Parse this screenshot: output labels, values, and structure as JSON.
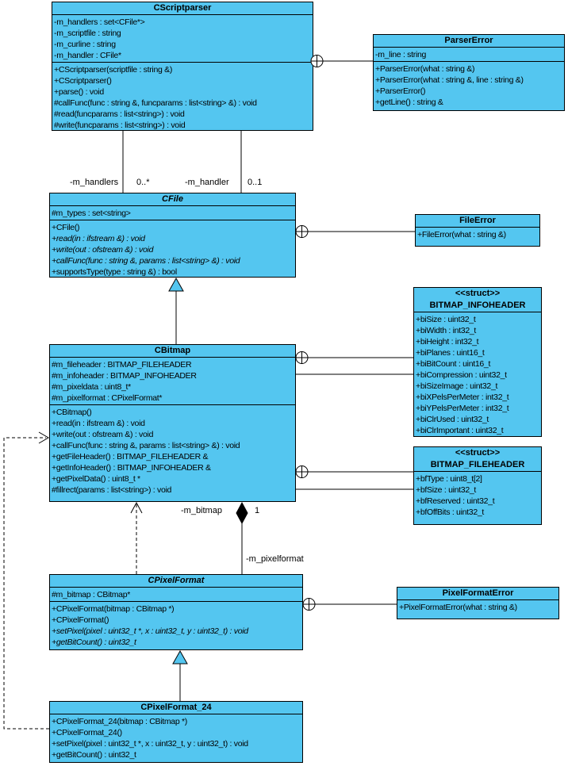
{
  "colors": {
    "node_fill": "#54C6F0",
    "node_border": "#000000",
    "background": "#FFFFFF",
    "text": "#000000"
  },
  "classes": [
    {
      "id": "cscriptparser",
      "name": "CScriptparser",
      "stereotype": null,
      "abstract": false,
      "attributes": [
        {
          "text": "-m_handlers : set<CFile*>"
        },
        {
          "text": "-m_scriptfile : string"
        },
        {
          "text": "-m_curline : string"
        },
        {
          "text": "-m_handler : CFile*"
        }
      ],
      "methods": [
        {
          "text": "+CScriptparser(scriptfile : string &)"
        },
        {
          "text": "+CScriptparser()"
        },
        {
          "text": "+parse() : void"
        },
        {
          "text": "#callFunc(func : string &, funcparams : list<string> &) : void"
        },
        {
          "text": "#read(funcparams : list<string>) : void"
        },
        {
          "text": "#write(funcparams : list<string>) : void"
        }
      ]
    },
    {
      "id": "parsererror",
      "name": "ParserError",
      "stereotype": null,
      "abstract": false,
      "attributes": [
        {
          "text": "-m_line : string"
        }
      ],
      "methods": [
        {
          "text": "+ParserError(what : string &)"
        },
        {
          "text": "+ParserError(what : string &, line : string &)"
        },
        {
          "text": "+ParserError()"
        },
        {
          "text": "+getLine() : string &"
        }
      ]
    },
    {
      "id": "cfile",
      "name": "CFile",
      "stereotype": null,
      "abstract": true,
      "attributes": [
        {
          "text": "#m_types : set<string>"
        }
      ],
      "methods": [
        {
          "text": "+CFile()"
        },
        {
          "text": "+read(in : ifstream &) : void",
          "italic": true
        },
        {
          "text": "+write(out : ofstream &) : void",
          "italic": true
        },
        {
          "text": "+callFunc(func : string &, params : list<string> &) : void",
          "italic": true
        },
        {
          "text": "+supportsType(type : string &) : bool"
        }
      ]
    },
    {
      "id": "fileerror",
      "name": "FileError",
      "stereotype": null,
      "abstract": false,
      "attributes": [],
      "methods": [
        {
          "text": "+FileError(what : string &)"
        }
      ]
    },
    {
      "id": "cbitmap",
      "name": "CBitmap",
      "stereotype": null,
      "abstract": false,
      "attributes": [
        {
          "text": "#m_fileheader : BITMAP_FILEHEADER"
        },
        {
          "text": "#m_infoheader : BITMAP_INFOHEADER"
        },
        {
          "text": "#m_pixeldata : uint8_t*"
        },
        {
          "text": "#m_pixelformat : CPixelFormat*"
        }
      ],
      "methods": [
        {
          "text": "+CBitmap()"
        },
        {
          "text": "+read(in : ifstream &) : void"
        },
        {
          "text": "+write(out : ofstream &) : void"
        },
        {
          "text": "+callFunc(func : string &, params : list<string> &) : void"
        },
        {
          "text": "+getFileHeader() : BITMAP_FILEHEADER &"
        },
        {
          "text": "+getInfoHeader() : BITMAP_INFOHEADER &"
        },
        {
          "text": "+getPixelData() : uint8_t *"
        },
        {
          "text": "#fillrect(params : list<string>) : void"
        }
      ]
    },
    {
      "id": "bitmap-infoheader",
      "name": "BITMAP_INFOHEADER",
      "stereotype": "<<struct>>",
      "abstract": false,
      "attributes": [
        {
          "text": "+biSize : uint32_t"
        },
        {
          "text": "+biWidth : int32_t"
        },
        {
          "text": "+biHeight : int32_t"
        },
        {
          "text": "+biPlanes : uint16_t"
        },
        {
          "text": "+biBitCount : uint16_t"
        },
        {
          "text": "+biCompression : uint32_t"
        },
        {
          "text": "+biSizeImage : uint32_t"
        },
        {
          "text": "+biXPelsPerMeter : int32_t"
        },
        {
          "text": "+biYPelsPerMeter : int32_t"
        },
        {
          "text": "+biClrUsed : uint32_t"
        },
        {
          "text": "+biClrImportant : uint32_t"
        }
      ],
      "methods": []
    },
    {
      "id": "bitmap-fileheader",
      "name": "BITMAP_FILEHEADER",
      "stereotype": "<<struct>>",
      "abstract": false,
      "attributes": [
        {
          "text": "+bfType : uint8_t[2]"
        },
        {
          "text": "+bfSize : uint32_t"
        },
        {
          "text": "+bfReserved : uint32_t"
        },
        {
          "text": "+bfOffBits : uint32_t"
        }
      ],
      "methods": []
    },
    {
      "id": "cpixelformat",
      "name": "CPixelFormat",
      "stereotype": null,
      "abstract": true,
      "attributes": [
        {
          "text": "#m_bitmap : CBitmap*"
        }
      ],
      "methods": [
        {
          "text": "+CPixelFormat(bitmap : CBitmap *)"
        },
        {
          "text": "+CPixelFormat()"
        },
        {
          "text": "+setPixel(pixel : uint32_t *, x : uint32_t, y : uint32_t) : void",
          "italic": true
        },
        {
          "text": "+getBitCount() : uint32_t",
          "italic": true
        }
      ]
    },
    {
      "id": "pixelformaterror",
      "name": "PixelFormatError",
      "stereotype": null,
      "abstract": false,
      "attributes": [],
      "methods": [
        {
          "text": "+PixelFormatError(what : string &)"
        }
      ]
    },
    {
      "id": "cpixelformat-24",
      "name": "CPixelFormat_24",
      "stereotype": null,
      "abstract": false,
      "attributes": [],
      "methods": [
        {
          "text": "+CPixelFormat_24(bitmap : CBitmap *)"
        },
        {
          "text": "+CPixelFormat_24()"
        },
        {
          "text": "+setPixel(pixel : uint32_t *, x : uint32_t, y : uint32_t) : void"
        },
        {
          "text": "+getBitCount() : uint32_t"
        }
      ]
    }
  ],
  "edge_labels": [
    {
      "name": "role-label-m-handlers",
      "text": "-m_handlers"
    },
    {
      "name": "multiplicity-label-0-many",
      "text": "0..*"
    },
    {
      "name": "role-label-m-handler",
      "text": "-m_handler"
    },
    {
      "name": "multiplicity-label-0-1",
      "text": "0..1"
    },
    {
      "name": "role-label-m-bitmap",
      "text": "-m_bitmap"
    },
    {
      "name": "multiplicity-label-1",
      "text": "1"
    },
    {
      "name": "role-label-m-pixelformat",
      "text": "-m_pixelformat"
    }
  ]
}
